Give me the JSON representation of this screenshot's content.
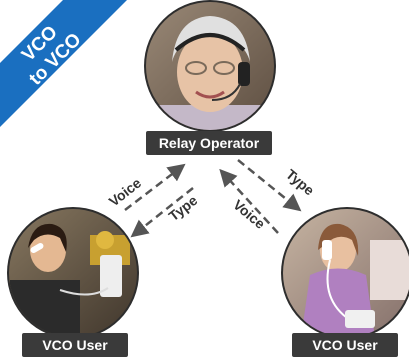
{
  "banner": {
    "line1": "VCO",
    "line2": "to VCO",
    "color": "#1a6fc0"
  },
  "nodes": {
    "operator": {
      "label": "Relay Operator"
    },
    "left_user": {
      "label": "VCO User"
    },
    "right_user": {
      "label": "VCO User"
    }
  },
  "arrows": {
    "left_voice": "Voice",
    "left_type": "Type",
    "right_type": "Type",
    "right_voice": "Voice"
  },
  "colors": {
    "label_bg": "#3a3a3a",
    "arrow": "#555555",
    "banner": "#1a6fc0"
  },
  "icons": {
    "operator_photo": "relay-operator-photo",
    "left_photo": "vco-user-photo",
    "right_photo": "vco-user-photo"
  }
}
